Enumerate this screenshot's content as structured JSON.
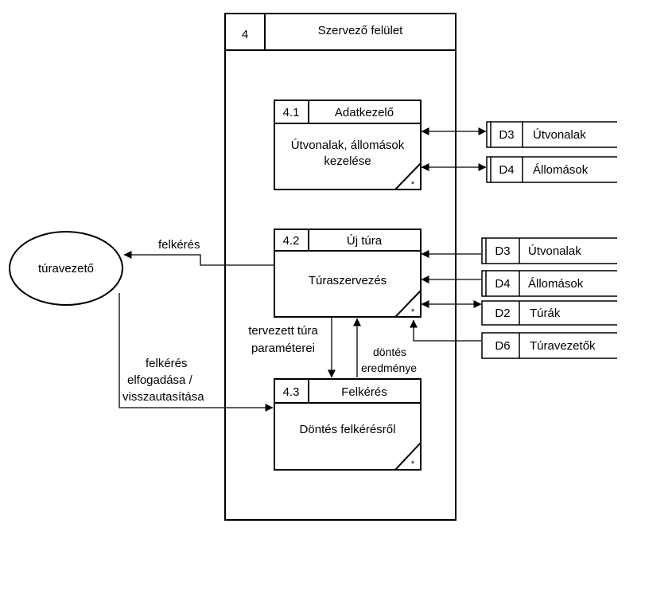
{
  "container": {
    "id": "4",
    "title": "Szervező felület"
  },
  "external_entity": {
    "label": "túravezető"
  },
  "processes": [
    {
      "id": "4.1",
      "name": "Adatkezelő",
      "desc_line1": "Útvonalak, állomások",
      "desc_line2": "kezelése",
      "marker": "*"
    },
    {
      "id": "4.2",
      "name": "Új túra",
      "desc_line1": "Túraszervezés",
      "marker": "*"
    },
    {
      "id": "4.3",
      "name": "Felkérés",
      "desc_line1": "Döntés felkérésről",
      "marker": "*"
    }
  ],
  "data_stores": [
    {
      "id": "D3",
      "name": "Útvonalak"
    },
    {
      "id": "D4",
      "name": "Állomások"
    },
    {
      "id": "D3",
      "name": "Útvonalak"
    },
    {
      "id": "D4",
      "name": "Állomások"
    },
    {
      "id": "D2",
      "name": "Túrák"
    },
    {
      "id": "D6",
      "name": "Túravezetők"
    }
  ],
  "flows": {
    "felkeres": "felkérés",
    "felkeres_valasz_1": "felkérés",
    "felkeres_valasz_2": "elfogadása /",
    "felkeres_valasz_3": "visszautasítása",
    "tervezett_1": "tervezett túra",
    "tervezett_2": "paraméterei",
    "dontes_1": "döntés",
    "dontes_2": "eredménye"
  }
}
